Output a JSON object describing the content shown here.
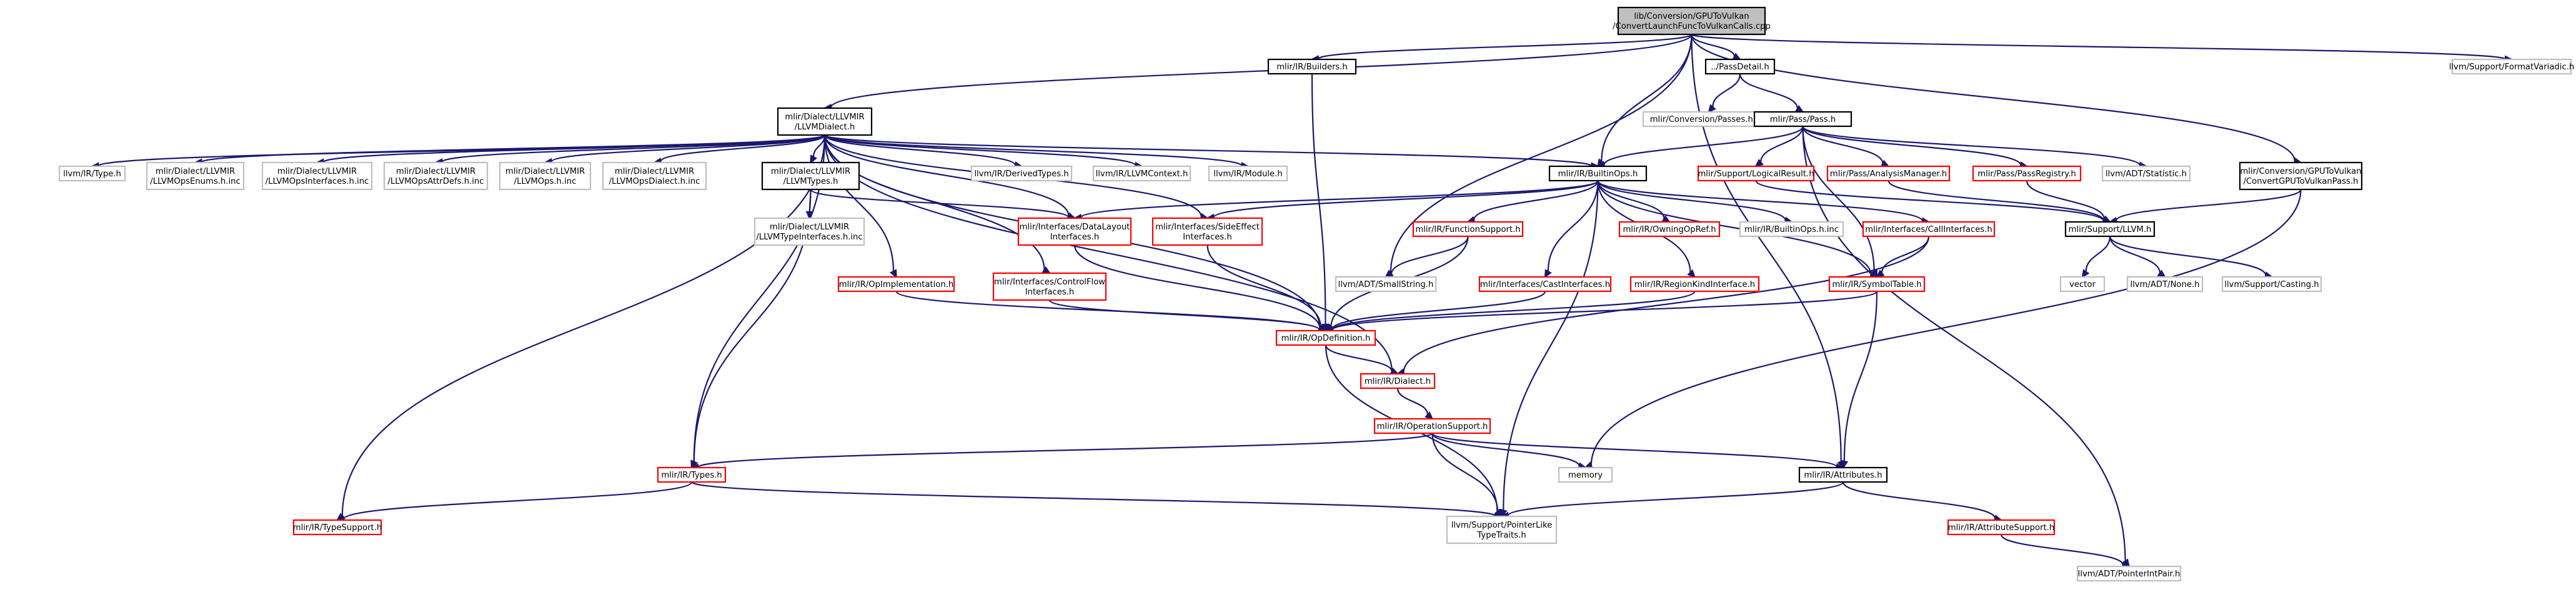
{
  "colors": {
    "edge": "#191970",
    "border_default": "#000000",
    "border_missing": "#bfbfbf",
    "border_truncated": "#ff0000",
    "fill_default": "#ffffff",
    "fill_root": "#bfbfbf"
  },
  "nodes": [
    {
      "id": "root",
      "lines": [
        "lib/Conversion/GPUToVulkan",
        "/ConvertLaunchFuncToVulkanCalls.cpp"
      ],
      "kind": "root"
    },
    {
      "id": "builders",
      "lines": [
        "mlir/IR/Builders.h"
      ],
      "kind": "default"
    },
    {
      "id": "passdetail",
      "lines": [
        "../PassDetail.h"
      ],
      "kind": "default"
    },
    {
      "id": "formatvariadic",
      "lines": [
        "llvm/Support/FormatVariadic.h"
      ],
      "kind": "missing"
    },
    {
      "id": "llvmdialect",
      "lines": [
        "mlir/Dialect/LLVMIR",
        "/LLVMDialect.h"
      ],
      "kind": "default"
    },
    {
      "id": "passesinc",
      "lines": [
        "mlir/Conversion/Passes.h.inc"
      ],
      "kind": "missing"
    },
    {
      "id": "pass",
      "lines": [
        "mlir/Pass/Pass.h"
      ],
      "kind": "default"
    },
    {
      "id": "irtype",
      "lines": [
        "llvm/IR/Type.h"
      ],
      "kind": "missing"
    },
    {
      "id": "opsenums",
      "lines": [
        "mlir/Dialect/LLVMIR",
        "/LLVMOpsEnums.h.inc"
      ],
      "kind": "missing"
    },
    {
      "id": "opsinterfaces",
      "lines": [
        "mlir/Dialect/LLVMIR",
        "/LLVMOpsInterfaces.h.inc"
      ],
      "kind": "missing"
    },
    {
      "id": "opsattrdefs",
      "lines": [
        "mlir/Dialect/LLVMIR",
        "/LLVMOpsAttrDefs.h.inc"
      ],
      "kind": "missing"
    },
    {
      "id": "llvmops",
      "lines": [
        "mlir/Dialect/LLVMIR",
        "/LLVMOps.h.inc"
      ],
      "kind": "missing"
    },
    {
      "id": "opsdialect",
      "lines": [
        "mlir/Dialect/LLVMIR",
        "/LLVMOpsDialect.h.inc"
      ],
      "kind": "missing"
    },
    {
      "id": "llvmtypes",
      "lines": [
        "mlir/Dialect/LLVMIR",
        "/LLVMTypes.h"
      ],
      "kind": "default"
    },
    {
      "id": "derivedtypes",
      "lines": [
        "llvm/IR/DerivedTypes.h"
      ],
      "kind": "missing"
    },
    {
      "id": "llvmcontext",
      "lines": [
        "llvm/IR/LLVMContext.h"
      ],
      "kind": "missing"
    },
    {
      "id": "module",
      "lines": [
        "llvm/IR/Module.h"
      ],
      "kind": "missing"
    },
    {
      "id": "builtinops",
      "lines": [
        "mlir/IR/BuiltinOps.h"
      ],
      "kind": "default"
    },
    {
      "id": "logicalresult",
      "lines": [
        "mlir/Support/LogicalResult.h"
      ],
      "kind": "truncated"
    },
    {
      "id": "analysismanager",
      "lines": [
        "mlir/Pass/AnalysisManager.h"
      ],
      "kind": "truncated"
    },
    {
      "id": "passregistry",
      "lines": [
        "mlir/Pass/PassRegistry.h"
      ],
      "kind": "truncated"
    },
    {
      "id": "statistic",
      "lines": [
        "llvm/ADT/Statistic.h"
      ],
      "kind": "missing"
    },
    {
      "id": "converttovulkanpass",
      "lines": [
        "mlir/Conversion/GPUToVulkan",
        "/ConvertGPUToVulkanPass.h"
      ],
      "kind": "default"
    },
    {
      "id": "typeinterfacesinc",
      "lines": [
        "mlir/Dialect/LLVMIR",
        "/LLVMTypeInterfaces.h.inc"
      ],
      "kind": "missing"
    },
    {
      "id": "datalayout",
      "lines": [
        "mlir/Interfaces/DataLayout",
        "Interfaces.h"
      ],
      "kind": "truncated"
    },
    {
      "id": "sideeffect",
      "lines": [
        "mlir/Interfaces/SideEffect",
        "Interfaces.h"
      ],
      "kind": "truncated"
    },
    {
      "id": "functionsupport",
      "lines": [
        "mlir/IR/FunctionSupport.h"
      ],
      "kind": "truncated"
    },
    {
      "id": "owningopref",
      "lines": [
        "mlir/IR/OwningOpRef.h"
      ],
      "kind": "truncated"
    },
    {
      "id": "builtinopsinc",
      "lines": [
        "mlir/IR/BuiltinOps.h.inc"
      ],
      "kind": "missing"
    },
    {
      "id": "callinterfaces",
      "lines": [
        "mlir/Interfaces/CallInterfaces.h"
      ],
      "kind": "truncated"
    },
    {
      "id": "supportllvm",
      "lines": [
        "mlir/Support/LLVM.h"
      ],
      "kind": "default"
    },
    {
      "id": "opimplementation",
      "lines": [
        "mlir/IR/OpImplementation.h"
      ],
      "kind": "truncated"
    },
    {
      "id": "controlflow",
      "lines": [
        "mlir/Interfaces/ControlFlow",
        "Interfaces.h"
      ],
      "kind": "truncated"
    },
    {
      "id": "smallstring",
      "lines": [
        "llvm/ADT/SmallString.h"
      ],
      "kind": "missing"
    },
    {
      "id": "castinterfaces",
      "lines": [
        "mlir/Interfaces/CastInterfaces.h"
      ],
      "kind": "truncated"
    },
    {
      "id": "regionkind",
      "lines": [
        "mlir/IR/RegionKindInterface.h"
      ],
      "kind": "truncated"
    },
    {
      "id": "symboltable",
      "lines": [
        "mlir/IR/SymbolTable.h"
      ],
      "kind": "truncated"
    },
    {
      "id": "vector",
      "lines": [
        "vector"
      ],
      "kind": "missing"
    },
    {
      "id": "none",
      "lines": [
        "llvm/ADT/None.h"
      ],
      "kind": "missing"
    },
    {
      "id": "casting",
      "lines": [
        "llvm/Support/Casting.h"
      ],
      "kind": "missing"
    },
    {
      "id": "opdefinition",
      "lines": [
        "mlir/IR/OpDefinition.h"
      ],
      "kind": "truncated"
    },
    {
      "id": "dialect",
      "lines": [
        "mlir/IR/Dialect.h"
      ],
      "kind": "truncated"
    },
    {
      "id": "operationsupport",
      "lines": [
        "mlir/IR/OperationSupport.h"
      ],
      "kind": "truncated"
    },
    {
      "id": "types",
      "lines": [
        "mlir/IR/Types.h"
      ],
      "kind": "truncated"
    },
    {
      "id": "memory",
      "lines": [
        "memory"
      ],
      "kind": "missing"
    },
    {
      "id": "attributes",
      "lines": [
        "mlir/IR/Attributes.h"
      ],
      "kind": "default"
    },
    {
      "id": "pointerliketypetraits",
      "lines": [
        "llvm/Support/PointerLike",
        "TypeTraits.h"
      ],
      "kind": "missing"
    },
    {
      "id": "typesupport",
      "lines": [
        "mlir/IR/TypeSupport.h"
      ],
      "kind": "truncated"
    },
    {
      "id": "attributesupport",
      "lines": [
        "mlir/IR/AttributeSupport.h"
      ],
      "kind": "truncated"
    },
    {
      "id": "pointerintpair",
      "lines": [
        "llvm/ADT/PointerIntPair.h"
      ],
      "kind": "missing"
    }
  ]
}
